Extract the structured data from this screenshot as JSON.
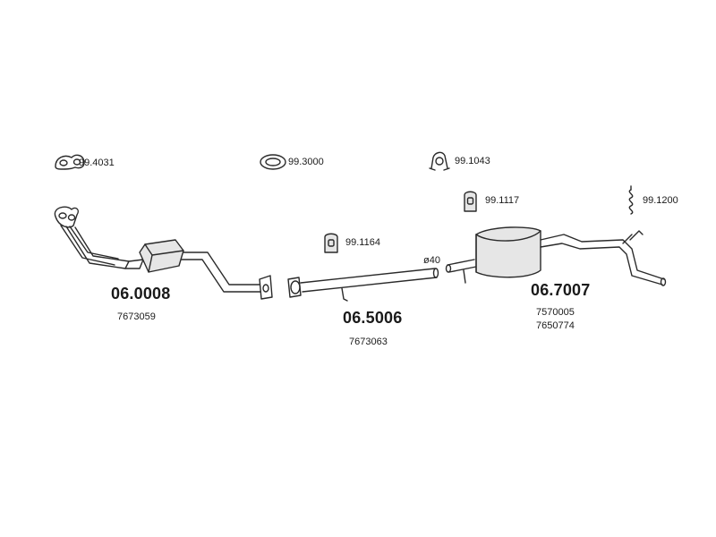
{
  "accessories": [
    {
      "code": "99.4031",
      "icon": "clamp-icon"
    },
    {
      "code": "99.3000",
      "icon": "gasket-ring-icon"
    },
    {
      "code": "99.1043",
      "icon": "hanger-icon"
    },
    {
      "code": "99.1117",
      "icon": "rubber-mount-icon"
    },
    {
      "code": "99.1200",
      "icon": "spring-bolt-icon"
    },
    {
      "code": "99.1164",
      "icon": "rubber-mount-icon"
    }
  ],
  "parts": [
    {
      "code": "06.0008",
      "refs": [
        "7673059"
      ],
      "name": "catalytic-front-pipe"
    },
    {
      "code": "06.5006",
      "refs": [
        "7673063"
      ],
      "name": "intermediate-pipe"
    },
    {
      "code": "06.7007",
      "refs": [
        "7570005",
        "7650774"
      ],
      "name": "rear-silencer"
    }
  ],
  "dimension_label": "ø40",
  "colors": {
    "line": "#2a2a2a",
    "fill_light": "#e6e6e6",
    "fill_mid": "#bdbdbd"
  }
}
